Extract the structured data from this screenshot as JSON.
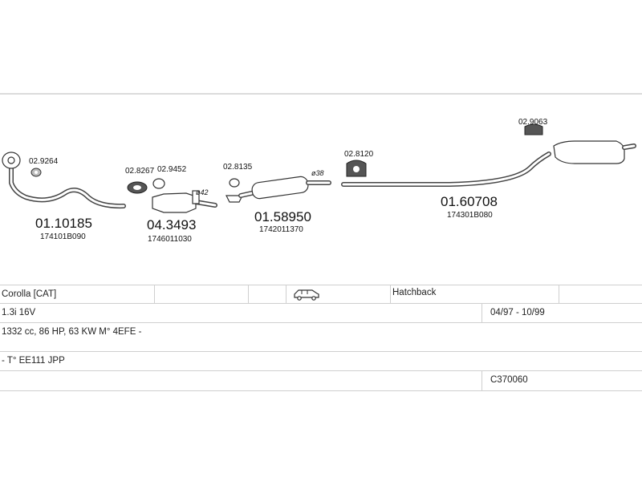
{
  "parts": {
    "front_pipe_gasket": "02.9264",
    "front_pipe": "01.10185",
    "front_pipe_oem": "174101B090",
    "cat_gasket": "02.8267",
    "cat_clamp": "02.9452",
    "catalyst": "04.3493",
    "catalyst_oem": "1746011030",
    "cat_diameter": "ø42",
    "mid_gasket": "02.8135",
    "mid_silencer": "01.58950",
    "mid_silencer_oem": "1742011370",
    "mid_diameter": "ø38",
    "rear_hanger": "02.8120",
    "rear_silencer": "01.60708",
    "rear_silencer_oem": "174301B080",
    "rear_rubber": "02.9063"
  },
  "info": {
    "model": "Corolla  [CAT]",
    "body_icon": "car-wagon-icon",
    "body_type": "Hatchback",
    "engine": "1.3i 16V",
    "dates": "04/97 - 10/99",
    "specs": "1332 cc, 86 HP, 63 KW M° 4EFE -",
    "type_code": "- T° EE111 JPP",
    "reference": "C370060"
  }
}
